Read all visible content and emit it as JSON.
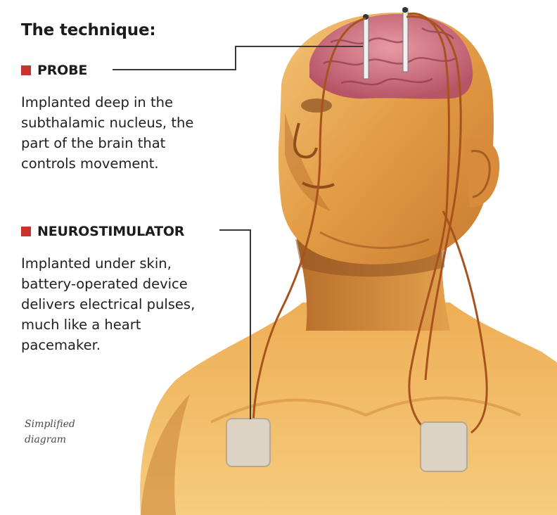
{
  "heading": "The technique:",
  "probe": {
    "label": "PROBE",
    "description_lines": [
      "Implanted deep in the",
      "subthalamic nucleus, the",
      "part of the brain that",
      "controls movement."
    ]
  },
  "neurostimulator": {
    "label": "NEUROSTIMULATOR",
    "description_lines": [
      "Implanted under skin,",
      "battery-operated device",
      "delivers electrical pulses,",
      "much like a heart",
      "pacemaker."
    ]
  },
  "note_lines": [
    "Simplified",
    "diagram"
  ],
  "colors": {
    "bullet": "#c8342c",
    "skin": "#e7a24a",
    "brain": "#c9667a",
    "lead_wire": "#a8521e",
    "device": "#ddd3c4",
    "callout_line": "#3a3a3a"
  }
}
